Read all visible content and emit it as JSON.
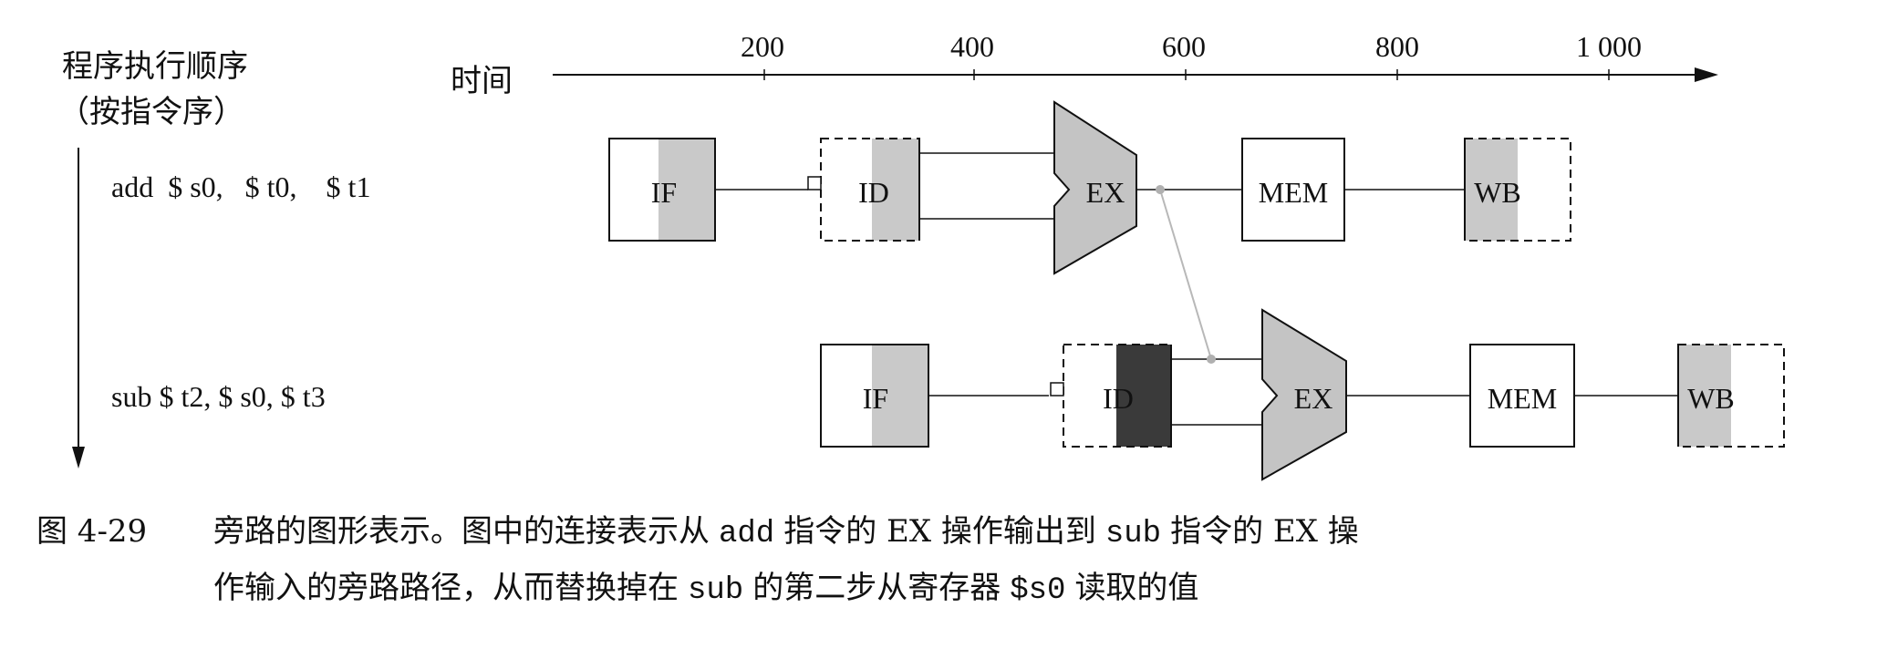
{
  "order_label_line1": "程序执行顺序",
  "order_label_line2": "（按指令序）",
  "time_label": "时间",
  "time_ticks": [
    "200",
    "400",
    "600",
    "800",
    "1 000"
  ],
  "instructions": [
    {
      "text": "add  $ s0,   $ t0,    $ t1"
    },
    {
      "text": "sub $ t2, $ s0, $ t3"
    }
  ],
  "stage_labels": {
    "if": "IF",
    "id": "ID",
    "ex": "EX",
    "mem": "MEM",
    "wb": "WB"
  },
  "caption": {
    "number": "图 4-29",
    "line1_parts": [
      "旁路的图形表示。图中的连接表示从",
      "add",
      "指令的 EX 操作输出到",
      "sub",
      "指令的 EX 操"
    ],
    "line2_parts": [
      "作输入的旁路路径，从而替换掉在",
      "sub",
      "的第二步从寄存器",
      "$s0",
      "读取的值"
    ]
  },
  "colors": {
    "light_shade": "#c9c9c9",
    "dark_shade": "#3a3a3a",
    "alu_fill": "#c4c4c4",
    "bypass_line": "#b8b8b8"
  }
}
